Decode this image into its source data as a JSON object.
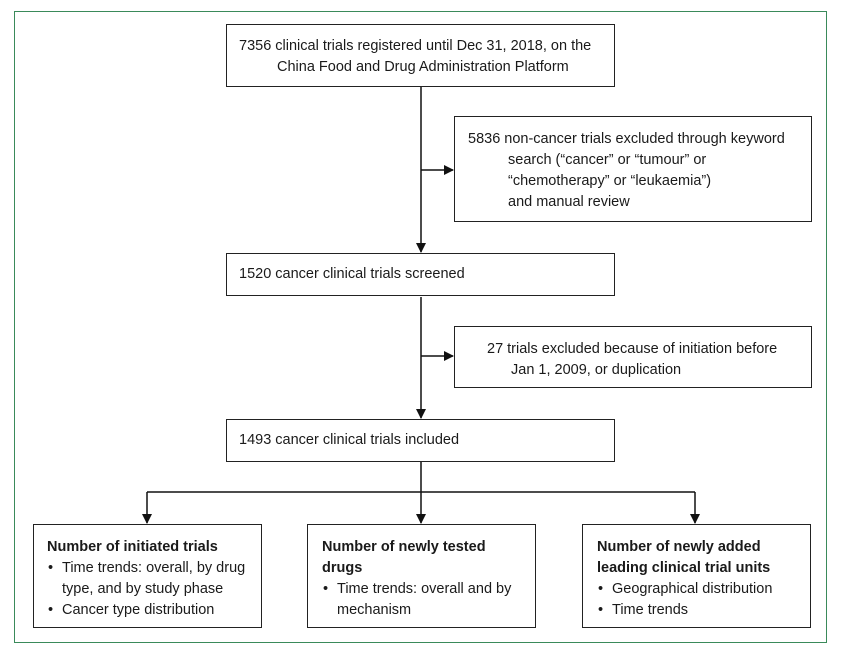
{
  "diagram": {
    "box_registered": {
      "line1": "7356 clinical trials registered until Dec 31, 2018, on the",
      "line2": "China Food and Drug Administration Platform"
    },
    "box_excluded_noncancer": {
      "line1": "5836 non-cancer trials excluded through keyword",
      "line2": "search  (“cancer” or “tumour” or",
      "line3": "“chemotherapy” or “leukaemia”)",
      "line4": "and manual review"
    },
    "box_screened": {
      "text": "1520 cancer clinical trials screened"
    },
    "box_excluded_initiation": {
      "line1": "27 trials excluded because of initiation before",
      "line2": "Jan 1, 2009, or duplication"
    },
    "box_included": {
      "text": "1493 cancer clinical trials included"
    },
    "box_initiated": {
      "title": "Number of initiated trials",
      "bullet1_line1": "Time trends: overall, by drug",
      "bullet1_line2": "type, and by study phase",
      "bullet2": "Cancer type distribution"
    },
    "box_drugs": {
      "title_line1": "Number of newly tested",
      "title_line2": "drugs",
      "bullet1_line1": "Time trends: overall and by",
      "bullet1_line2": "mechanism"
    },
    "box_units": {
      "title_line1": "Number of newly added",
      "title_line2": "leading clinical trial units",
      "bullet1": "Geographical distribution",
      "bullet2": "Time trends"
    }
  },
  "colors": {
    "frame_border": "#3a8a5a",
    "box_border": "#222222",
    "arrow": "#111111"
  }
}
